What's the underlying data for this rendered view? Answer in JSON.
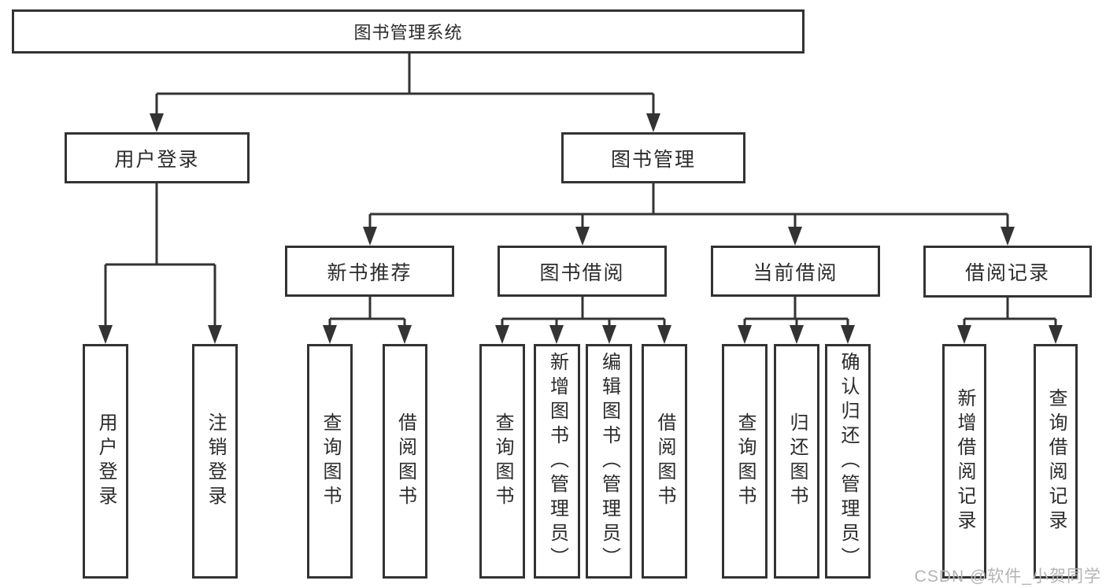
{
  "root": {
    "label": "图书管理系统"
  },
  "level2": {
    "user_login": {
      "label": "用户登录"
    },
    "book_mgmt": {
      "label": "图书管理"
    }
  },
  "level3": {
    "new_books": {
      "label": "新书推荐"
    },
    "borrowing": {
      "label": "图书借阅"
    },
    "current": {
      "label": "当前借阅"
    },
    "records": {
      "label": "借阅记录"
    }
  },
  "leaves": [
    {
      "label": "用户登录"
    },
    {
      "label": "注销登录"
    },
    {
      "label": "查询图书"
    },
    {
      "label": "借阅图书"
    },
    {
      "label": "查询图书"
    },
    {
      "label": "新增图书（管理员）"
    },
    {
      "label": "编辑图书（管理员）"
    },
    {
      "label": "借阅图书"
    },
    {
      "label": "查询图书"
    },
    {
      "label": "归还图书"
    },
    {
      "label": "确认归还（管理员）"
    },
    {
      "label": "新增借阅记录"
    },
    {
      "label": "查询借阅记录"
    }
  ],
  "watermark": {
    "text": "CSDN @软件_小贺同学"
  },
  "colors": {
    "line": "#333333",
    "text": "#2b2b2b",
    "watermark": "#b4b4b4",
    "background": "#ffffff"
  }
}
